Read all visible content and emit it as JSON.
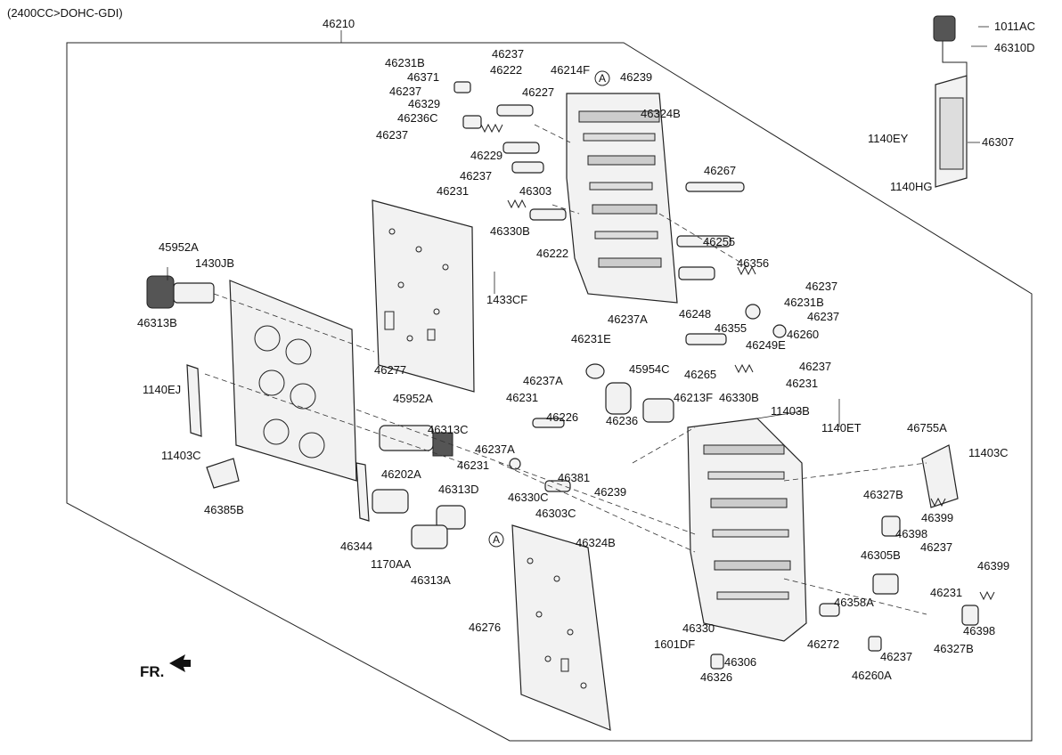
{
  "header": "(2400CC>DOHC-GDI)",
  "frame_label": "46210",
  "front_marker": "FR.",
  "callouts": {
    "a_top": "A",
    "a_bottom": "A"
  },
  "labels": {
    "p1011AC": "1011AC",
    "p46310D": "46310D",
    "p46307": "46307",
    "p1140EY": "1140EY",
    "p1140HG": "1140HG",
    "p46231B_top": "46231B",
    "p46237_a": "46237",
    "p46371": "46371",
    "p46222_top": "46222",
    "p46237_b": "46237",
    "p46329": "46329",
    "p46227": "46227",
    "p46236C": "46236C",
    "p46237_c": "46237",
    "p46229": "46229",
    "p46237_d": "46237",
    "p46231_a": "46231",
    "p46303": "46303",
    "p46330B_top": "46330B",
    "p46222_mid": "46222",
    "p46214F": "46214F",
    "p46239_top": "46239",
    "p46324B_top": "46324B",
    "p46267": "46267",
    "p46255": "46255",
    "p46356": "46356",
    "p46237_e": "46237",
    "p46231B_mid": "46231B",
    "p46248": "46248",
    "p46355": "46355",
    "p46237_f": "46237",
    "p46260": "46260",
    "p46249E": "46249E",
    "p46265": "46265",
    "p46237_g": "46237",
    "p46231_b": "46231",
    "p46213F": "46213F",
    "p46330B_mid": "46330B",
    "p11403B": "11403B",
    "p1140ET": "1140ET",
    "p45952A_top": "45952A",
    "p1430JB": "1430JB",
    "p46313B": "46313B",
    "p1433CF": "1433CF",
    "p46277": "46277",
    "p46237A_top": "46237A",
    "p46231E": "46231E",
    "p45954C": "45954C",
    "p46236": "46236",
    "p46237A_mid": "46237A",
    "p46231_c": "46231",
    "p46226": "46226",
    "p46237A_low": "46237A",
    "p46231_d": "46231",
    "p46381": "46381",
    "p46330C": "46330C",
    "p46303C": "46303C",
    "p46239_low": "46239",
    "p46324B_low": "46324B",
    "p1140EJ": "1140EJ",
    "p45952A_mid": "45952A",
    "p46313C": "46313C",
    "p11403C_left": "11403C",
    "p46202A": "46202A",
    "p46313D": "46313D",
    "p46385B": "46385B",
    "p46344": "46344",
    "p1170AA": "1170AA",
    "p46313A": "46313A",
    "p46755A": "46755A",
    "p11403C_right": "11403C",
    "p46327B_top": "46327B",
    "p46399_top": "46399",
    "p46398_top": "46398",
    "p46237_h": "46237",
    "p46305B": "46305B",
    "p46231_e": "46231",
    "p46399_low": "46399",
    "p46358A": "46358A",
    "p46398_low": "46398",
    "p46327B_low": "46327B",
    "p46276": "46276",
    "p1601DF": "1601DF",
    "p46330": "46330",
    "p46306": "46306",
    "p46326": "46326",
    "p46272": "46272",
    "p46237_i": "46237",
    "p46260A": "46260A"
  }
}
